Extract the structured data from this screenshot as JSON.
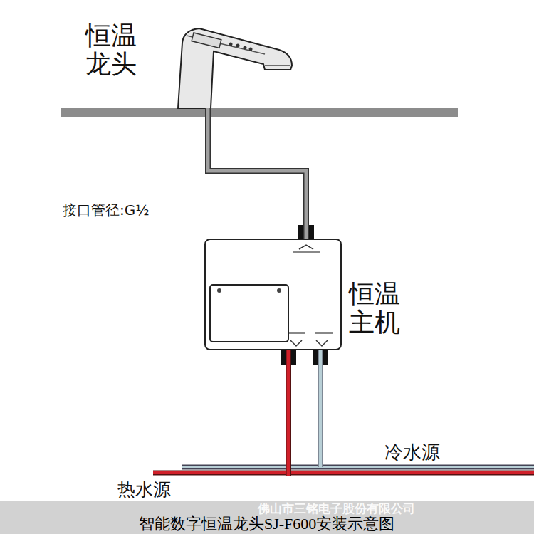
{
  "diagram": {
    "caption": "智能数字恒温龙头SJ-F600安装示意图",
    "nodes": [
      {
        "text": [
          "恒温龙头"
        ]
      },
      {
        "text": [
          "恒温主机"
        ]
      },
      {
        "text": [
          "冷水源"
        ]
      },
      {
        "text": [
          "热水源"
        ]
      }
    ],
    "edges": [
      {
        "from": 1,
        "to": 0,
        "arrow": "none"
      },
      {
        "from": 2,
        "to": 1,
        "arrow": "none"
      },
      {
        "from": 3,
        "to": 1,
        "arrow": "none"
      }
    ],
    "labels": [
      "接口管径:G½",
      "佛山市三铭电子股份有限公司"
    ]
  }
}
